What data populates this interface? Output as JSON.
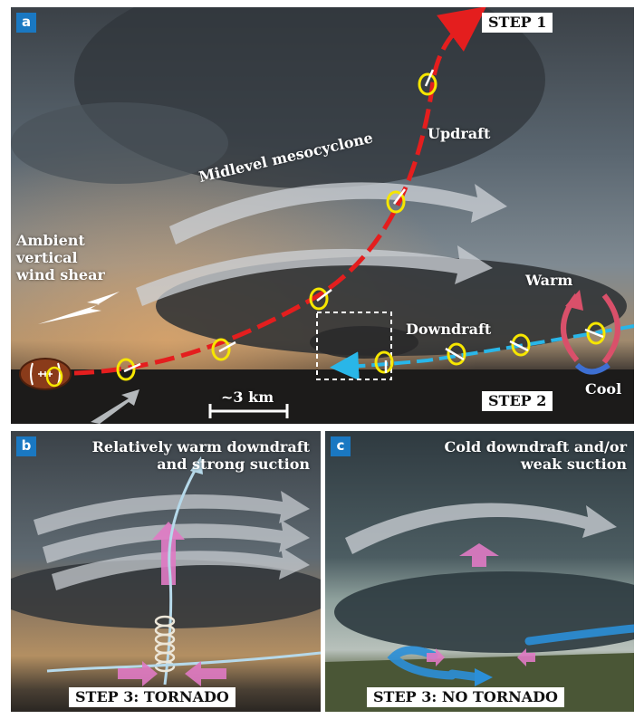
{
  "panel_a": {
    "tag": "a",
    "step1": "STEP 1",
    "step2": "STEP 2",
    "updraft": "Updraft",
    "midlevel": "Midlevel mesocyclone",
    "ambient": [
      "Ambient",
      "vertical",
      "wind shear"
    ],
    "downdraft": "Downdraft",
    "warm": "Warm",
    "cool": "Cool",
    "scale": "~3 km"
  },
  "panel_b": {
    "tag": "b",
    "title": [
      "Relatively warm downdraft",
      "and strong suction"
    ],
    "step": "STEP 3: TORNADO"
  },
  "panel_c": {
    "tag": "c",
    "title": [
      "Cold downdraft and/or",
      "weak suction"
    ],
    "step": "STEP 3: NO TORNADO"
  },
  "colors": {
    "updraft": "#e41e1e",
    "downdraft": "#29b6e8",
    "rotation": "#f6e600",
    "suction": "#e07ac4",
    "flow_arrow": "#cfd3d8",
    "tag": "#1a78c2"
  },
  "icons": [
    "football-icon",
    "rotation-icon",
    "flow-arrow-icon",
    "suction-arrow-icon",
    "spiral-icon"
  ]
}
